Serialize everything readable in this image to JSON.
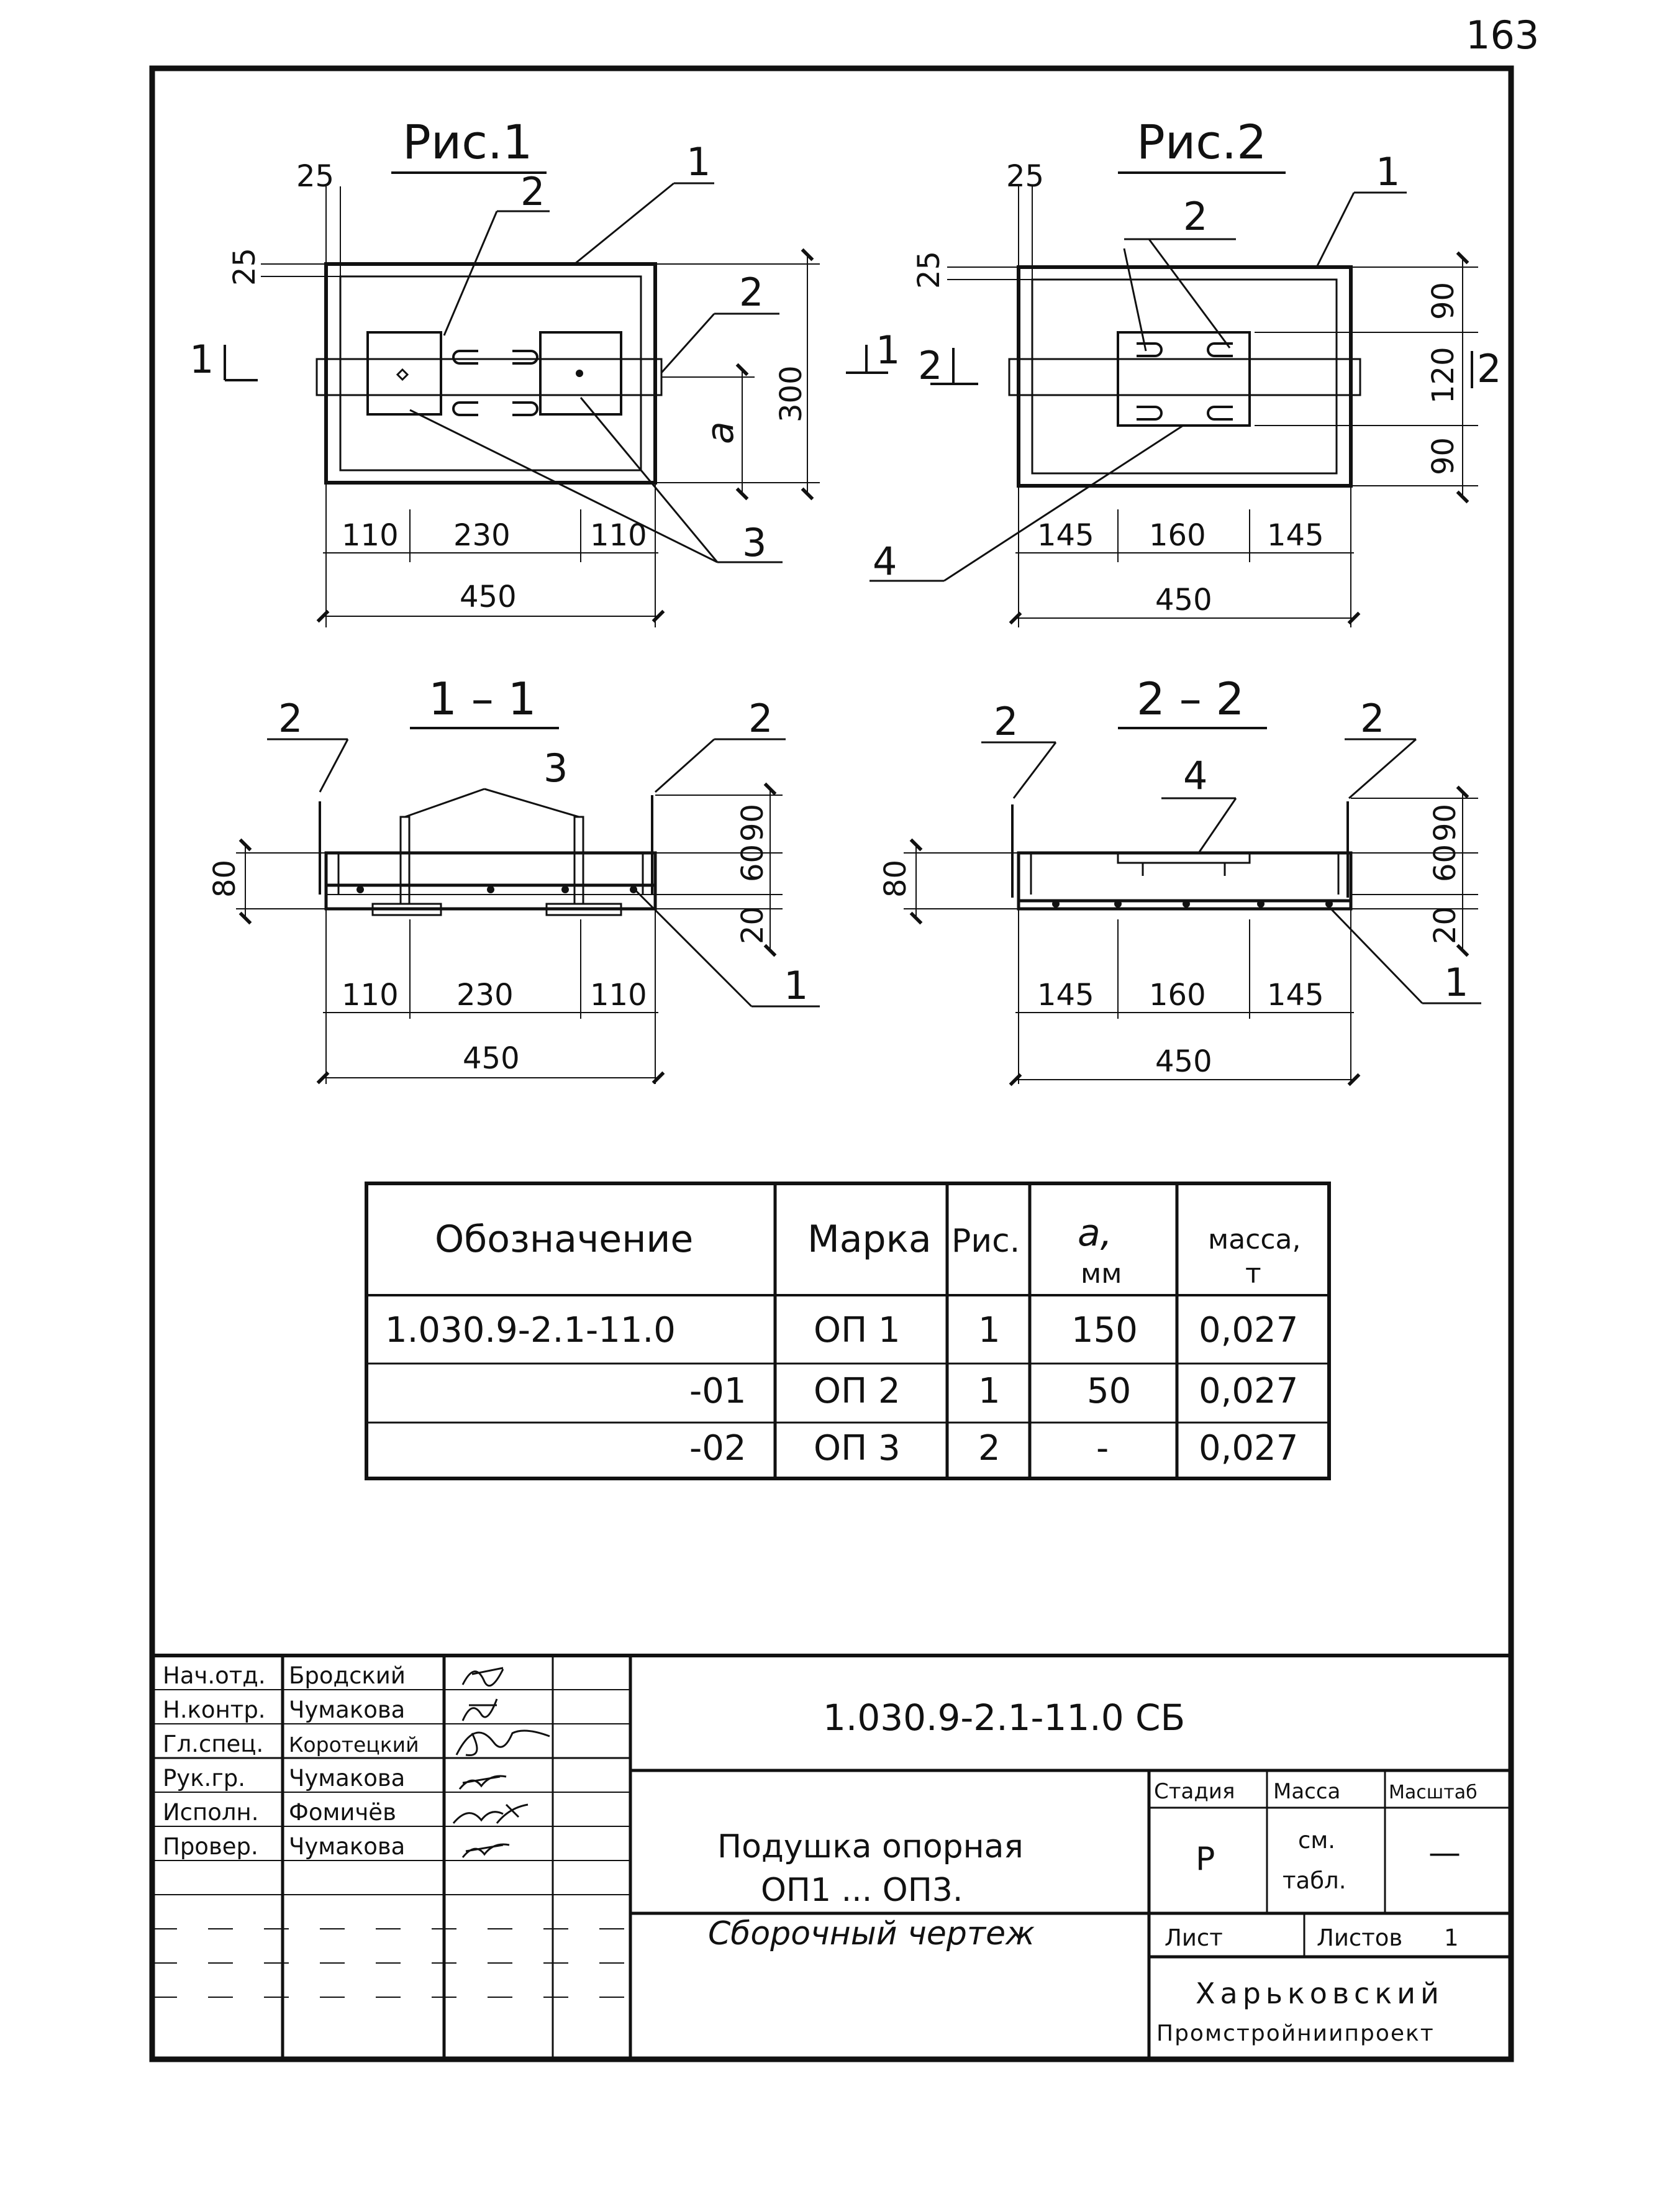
{
  "page_number": "163",
  "fig1": {
    "title": "Рис.1",
    "dims_top": [
      "25",
      "25"
    ],
    "dim_a": "a",
    "dim_height": "300",
    "dims_bottom": [
      "110",
      "230",
      "110"
    ],
    "dim_total": "450",
    "callouts": [
      "1",
      "2",
      "2",
      "3"
    ],
    "section_mark": "1"
  },
  "fig2": {
    "title": "Рис.2",
    "dims_top": [
      "25",
      "25"
    ],
    "dims_right": [
      "90",
      "120",
      "90"
    ],
    "dims_bottom": [
      "145",
      "160",
      "145"
    ],
    "dim_total": "450",
    "callouts": [
      "1",
      "2",
      "4"
    ],
    "section_mark": "2"
  },
  "section1": {
    "title": "1 – 1",
    "callouts": [
      "2",
      "2",
      "3",
      "1"
    ],
    "dims_right": [
      "90",
      "60",
      "20"
    ],
    "dim_height": "80",
    "dims_bottom": [
      "110",
      "230",
      "110"
    ],
    "dim_total": "450"
  },
  "section2": {
    "title": "2 – 2",
    "callouts": [
      "2",
      "2",
      "4",
      "1"
    ],
    "dims_right": [
      "90",
      "60",
      "20"
    ],
    "dim_height": "80",
    "dims_bottom": [
      "145",
      "160",
      "145"
    ],
    "dim_total": "450"
  },
  "table": {
    "headers": {
      "designation": "Обозначение",
      "mark": "Марка",
      "fig": "Рис.",
      "a_top": "a,",
      "a_bottom": "мм",
      "mass_top": "масса,",
      "mass_bottom": "т"
    },
    "rows": [
      {
        "designation": "1.030.9-2.1-11.0",
        "mark": "ОП 1",
        "fig": "1",
        "a": "150",
        "mass": "0,027"
      },
      {
        "designation": "-01",
        "mark": "ОП 2",
        "fig": "1",
        "a": "50",
        "mass": "0,027"
      },
      {
        "designation": "-02",
        "mark": "ОП 3",
        "fig": "2",
        "a": "-",
        "mass": "0,027"
      }
    ]
  },
  "title_block": {
    "roles": [
      {
        "role": "Нач.отд.",
        "name": "Бродский"
      },
      {
        "role": "Н.контр.",
        "name": "Чумакова"
      },
      {
        "role": "Гл.спец.",
        "name": "Коротецкий"
      },
      {
        "role": "Рук.гр.",
        "name": "Чумакова"
      },
      {
        "role": "Исполн.",
        "name": "Фомичёв"
      },
      {
        "role": "Провер.",
        "name": "Чумакова"
      }
    ],
    "code": "1.030.9-2.1-11.0 СБ",
    "title_line1": "Подушка опорная",
    "title_line2": "ОП1 ... ОП3.",
    "title_line3": "Сборочный чертеж",
    "stage_label": "Стадия",
    "mass_label": "Масса",
    "scale_label": "Масштаб",
    "stage_value": "Р",
    "mass_value_1": "см.",
    "mass_value_2": "табл.",
    "scale_value": "—",
    "sheet_label": "Лист",
    "sheets_label": "Листов",
    "sheets_value": "1",
    "org_line1": "Харьковский",
    "org_line2": "Промстройниипроект"
  }
}
